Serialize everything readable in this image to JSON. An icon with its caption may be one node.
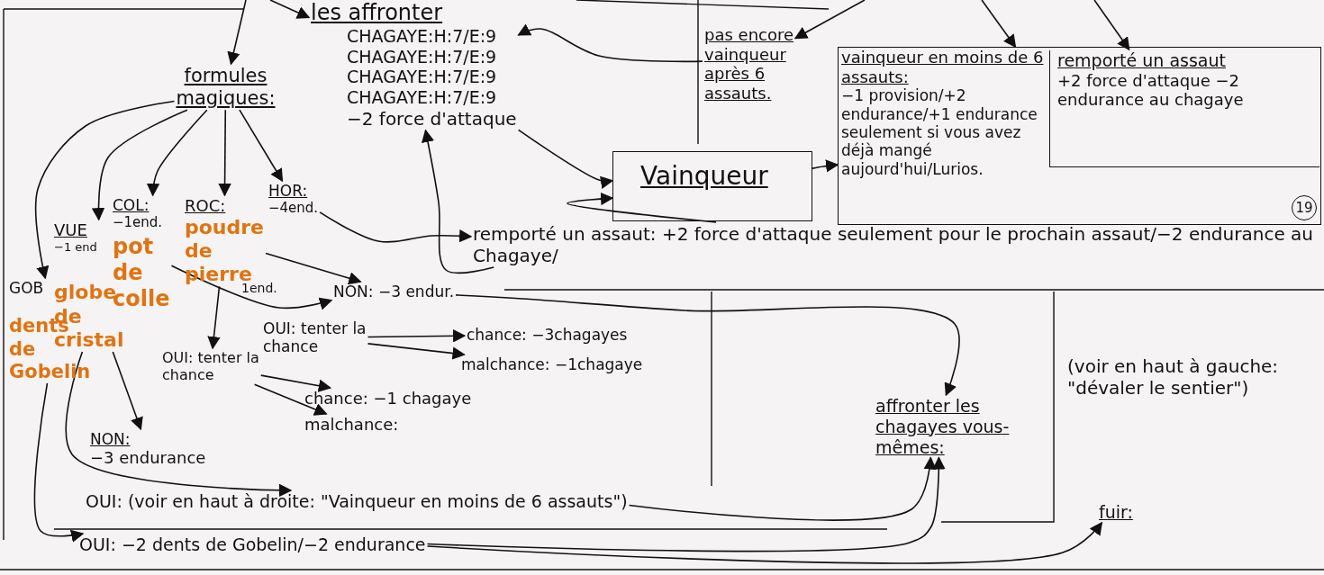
{
  "diagram": {
    "nodes": [
      {
        "text": [
          "les affronter",
          "CHAGAYE:H:7/E:9",
          "CHAGAYE:H:7/E:9",
          "CHAGAYE:H:7/E:9",
          "CHAGAYE:H:7/E:9",
          "−2 force d'attaque"
        ]
      },
      {
        "text": [
          "formules magiques:"
        ]
      },
      {
        "text": [
          "VUE",
          "−1 end",
          "globe de cristal"
        ]
      },
      {
        "text": [
          "COL:",
          "−1end.",
          "pot de colle"
        ]
      },
      {
        "text": [
          "ROC:",
          "poudre de pierre"
        ],
        "beside": [
          "1end."
        ]
      },
      {
        "text": [
          "HOR:",
          "−4end."
        ]
      },
      {
        "text": [
          "GOB",
          "dents de Gobelin"
        ]
      },
      {
        "text": [
          "pas encore vainqueur après 6 assauts."
        ]
      },
      {
        "text": [
          "vainqueur en moins de 6 assauts:",
          "−1 provision/+2 endurance/+1 endurance seulement si vous avez déjà mangé aujourd'hui/Lurios.",
          "19"
        ]
      },
      {
        "text": [
          "remporté un assaut",
          "+2 force d'attaque −2 endurance au chagaye"
        ],
        "in": 8
      },
      {
        "text": [
          "Vainqueur"
        ]
      },
      {
        "text": [
          "remporté un assaut: +2 force d'attaque seulement pour le prochain assaut/−2 endurance au Chagaye/"
        ]
      },
      {
        "text": [
          "NON: −3 endur."
        ]
      },
      {
        "text": [
          "OUI: tenter la chance"
        ]
      },
      {
        "text": [
          "chance: −3chagayes"
        ]
      },
      {
        "text": [
          "malchance: −1chagaye"
        ]
      },
      {
        "text": [
          "OUI: tenter la chance"
        ]
      },
      {
        "text": [
          "chance: −1 chagaye"
        ]
      },
      {
        "text": [
          "malchance:"
        ]
      },
      {
        "text": [
          "NON:",
          "−3 endurance"
        ]
      },
      {
        "text": [
          "OUI: (voir en haut à droite: \"Vainqueur en moins de 6 assauts\")"
        ]
      },
      {
        "text": [
          "OUI: −2 dents de Gobelin/−2 endurance"
        ]
      },
      {
        "text": [
          "affronter les chagayes vous-mêmes:"
        ]
      },
      {
        "text": [
          "(voir en haut à gauche: \"dévaler le sentier\")"
        ]
      },
      {
        "text": [
          "fuir:"
        ]
      }
    ],
    "edges": [
      {
        "from": null,
        "to": 1,
        "arrow": "to"
      },
      {
        "from": 1,
        "to": 6,
        "arrow": "to"
      },
      {
        "from": 1,
        "to": 2,
        "arrow": "to"
      },
      {
        "from": 1,
        "to": 3,
        "arrow": "to"
      },
      {
        "from": 1,
        "to": 4,
        "arrow": "to"
      },
      {
        "from": 1,
        "to": 5,
        "arrow": "to"
      },
      {
        "from": null,
        "to": 0,
        "arrow": "to"
      },
      {
        "from": 7,
        "to": 0,
        "arrow": "to"
      },
      {
        "from": null,
        "to": 7,
        "arrow": "to"
      },
      {
        "from": null,
        "to": 8,
        "arrow": "to"
      },
      {
        "from": null,
        "to": 9,
        "arrow": "to"
      },
      {
        "from": 0,
        "to": 10,
        "arrow": "to"
      },
      {
        "from": 11,
        "to": 10,
        "arrow": "to"
      },
      {
        "from": 10,
        "to": 8,
        "arrow": "to"
      },
      {
        "from": 11,
        "to": 0,
        "arrow": "to"
      },
      {
        "from": 5,
        "to": 11,
        "arrow": "to"
      },
      {
        "from": 4,
        "to": 12,
        "arrow": "to"
      },
      {
        "from": 3,
        "to": 12,
        "arrow": "to"
      },
      {
        "from": 13,
        "to": 14,
        "arrow": "to"
      },
      {
        "from": 13,
        "to": 15,
        "arrow": "to"
      },
      {
        "from": 4,
        "to": 16,
        "arrow": "to"
      },
      {
        "from": 16,
        "to": 17,
        "arrow": "to"
      },
      {
        "from": 16,
        "to": 18,
        "arrow": "to"
      },
      {
        "from": 2,
        "to": 19,
        "arrow": "to"
      },
      {
        "from": 2,
        "to": 20,
        "arrow": "to"
      },
      {
        "from": 6,
        "to": 21,
        "arrow": "to"
      },
      {
        "from": 12,
        "to": 22,
        "arrow": "to"
      },
      {
        "from": 20,
        "to": 22,
        "arrow": "to"
      },
      {
        "from": 21,
        "to": 22,
        "arrow": "to"
      },
      {
        "from": 21,
        "to": 24,
        "arrow": "to"
      }
    ]
  }
}
